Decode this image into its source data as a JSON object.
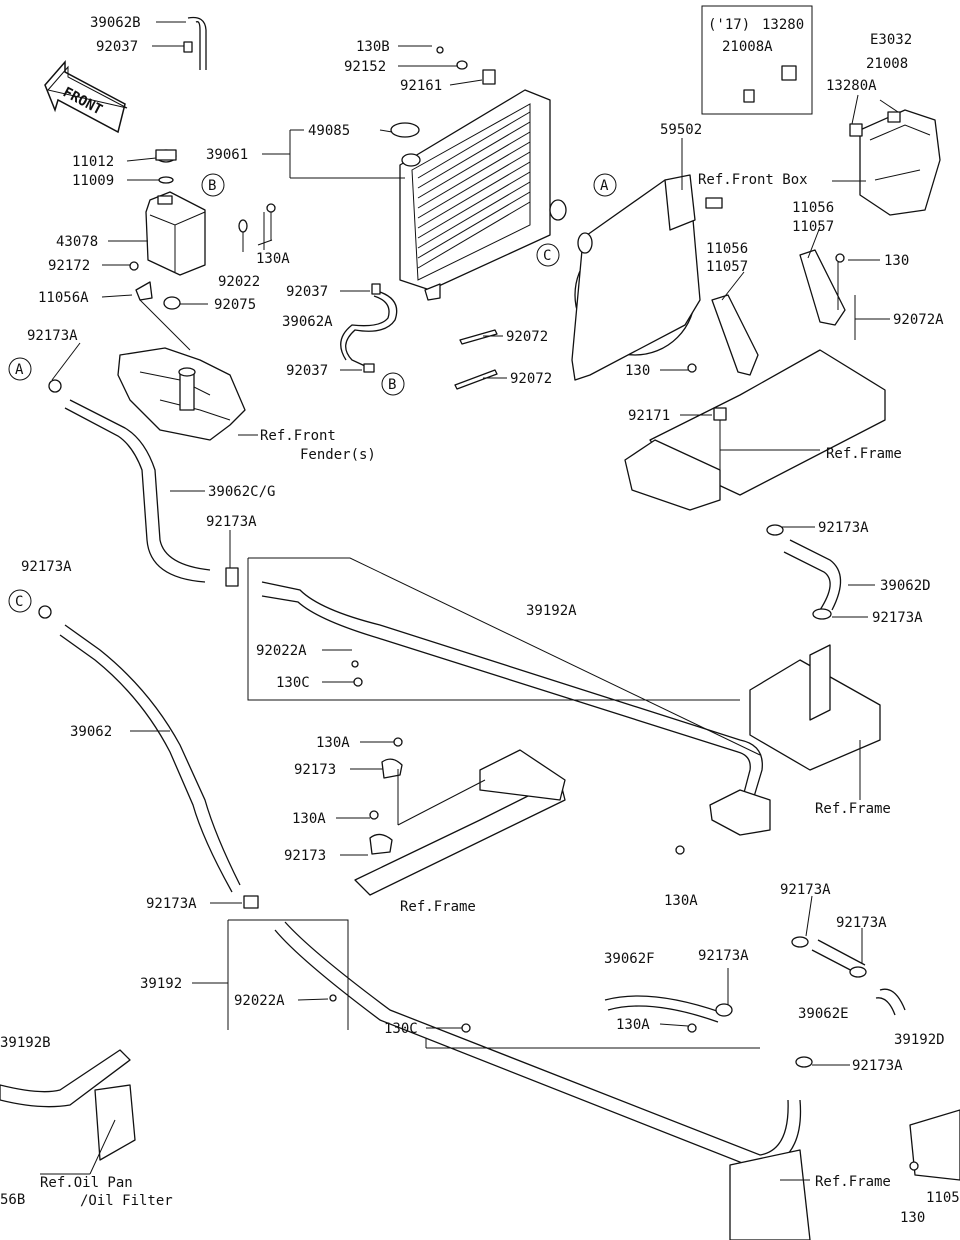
{
  "labels": {
    "p39062B": "39062B",
    "p92037a": "92037",
    "p11012": "11012",
    "p11009": "11009",
    "p43078": "43078",
    "p92172": "92172",
    "p11056A": "11056A",
    "p92022": "92022",
    "p130Aa": "130A",
    "p92075": "92075",
    "p92173Aa": "92173A",
    "p130B": "130B",
    "p92152": "92152",
    "p92161": "92161",
    "p49085": "49085",
    "p39061": "39061",
    "p92037b": "92037",
    "p39062A": "39062A",
    "p92037c": "92037",
    "p92072a": "92072",
    "p92072b": "92072",
    "p59502": "59502",
    "p11056a": "11056",
    "p11057a": "11057",
    "p11056b": "11056",
    "p11057b": "11057",
    "p130a": "130",
    "p130b": "130",
    "p92072A": "92072A",
    "p92171": "92171",
    "p17": "('17)",
    "p13280": "13280",
    "p21008A": "21008A",
    "pE3032": "E3032",
    "p21008": "21008",
    "p13280A": "13280A",
    "p39062CG": "39062C/G",
    "p92173Ab": "92173A",
    "p92173Ac": "92173A",
    "p39192A": "39192A",
    "p92173Ad": "92173A",
    "p39062D": "39062D",
    "p92173Ae": "92173A",
    "p92022A": "92022A",
    "p130C": "130C",
    "p39062": "39062",
    "p130Ab": "130A",
    "p92173a": "92173",
    "p130Ac": "130A",
    "p92173b": "92173",
    "p130Ad": "130A",
    "p92173Af": "92173A",
    "p39192": "39192",
    "p92022Ab": "92022A",
    "p130Cb": "130C",
    "p39062F": "39062F",
    "p92173Ag": "92173A",
    "p130Ae": "130A",
    "p92173Ah": "92173A",
    "p92173Ai": "92173A",
    "p39062E": "39062E",
    "p92173Aj": "92173A",
    "p39192B": "39192B",
    "p39192D": "39192D",
    "p130c": "130",
    "p1105": "1105",
    "p56B": "56B"
  },
  "refs": {
    "frontFender1": "Ref.Front",
    "frontFender2": "Fender(s)",
    "frontBox": "Ref.Front Box",
    "frame1": "Ref.Frame",
    "frame2": "Ref.Frame",
    "frame3": "Ref.Frame",
    "frame4": "Ref.Frame",
    "oilPan1": "Ref.Oil Pan",
    "oilPan2": "/Oil Filter"
  },
  "callouts": {
    "A1": "A",
    "A2": "A",
    "B1": "B",
    "B2": "B",
    "C1": "C",
    "C2": "C"
  },
  "front_arrow": "FRONT"
}
